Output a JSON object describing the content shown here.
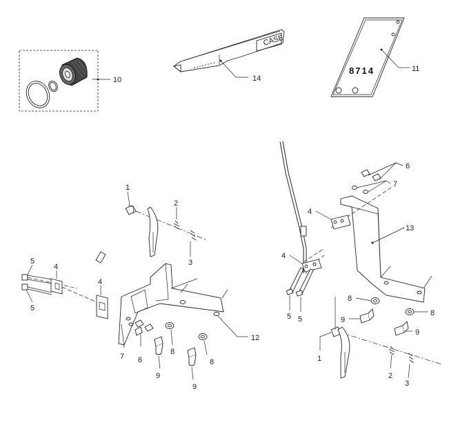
{
  "decal_text": "8714",
  "callouts": {
    "c10": "10",
    "c14": "14",
    "c11": "11",
    "c12": "12",
    "c13": "13",
    "l1": "1",
    "l2": "2",
    "l3": "3",
    "l4a": "4",
    "l4b": "4",
    "l5a": "5",
    "l5b": "5",
    "l6": "6",
    "l7": "7",
    "l8a": "8",
    "l8b": "8",
    "l9a": "9",
    "l9b": "9",
    "r1": "1",
    "r2": "2",
    "r3": "3",
    "r4a": "4",
    "r4b": "4",
    "r5a": "5",
    "r5b": "5",
    "r6": "6",
    "r7": "7",
    "r8a": "8",
    "r8b": "8",
    "r9a": "9",
    "r9b": "9"
  }
}
